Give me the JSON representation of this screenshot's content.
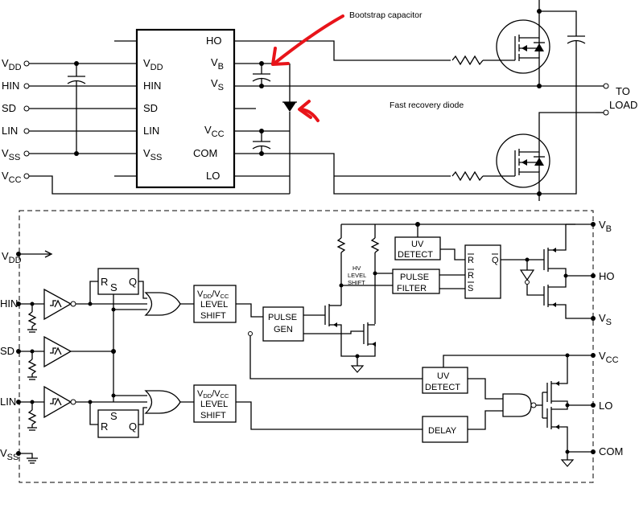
{
  "annotations": {
    "bootstrap_capacitor": "Bootstrap capacitor",
    "fast_recovery_diode": "Fast recovery diode",
    "to_load_1": "TO",
    "to_load_2": "LOAD"
  },
  "colors": {
    "annotation_arrow": "#e8141a",
    "line": "#000000",
    "background": "#ffffff"
  },
  "top_circuit": {
    "left_pins": [
      {
        "main": "V",
        "sub": "DD"
      },
      {
        "main": "HIN",
        "sub": ""
      },
      {
        "main": "SD",
        "sub": ""
      },
      {
        "main": "LIN",
        "sub": ""
      },
      {
        "main": "V",
        "sub": "SS"
      },
      {
        "main": "V",
        "sub": "CC"
      }
    ],
    "ic_left_pins": [
      {
        "main": "V",
        "sub": "DD"
      },
      {
        "main": "HIN",
        "sub": ""
      },
      {
        "main": "SD",
        "sub": ""
      },
      {
        "main": "LIN",
        "sub": ""
      },
      {
        "main": "V",
        "sub": "SS"
      }
    ],
    "ic_right_pins": [
      {
        "main": "HO",
        "sub": ""
      },
      {
        "main": "V",
        "sub": "B"
      },
      {
        "main": "V",
        "sub": "S"
      },
      {
        "main": "V",
        "sub": "CC"
      },
      {
        "main": "COM",
        "sub": ""
      },
      {
        "main": "LO",
        "sub": ""
      }
    ]
  },
  "block_diagram": {
    "vdd": {
      "main": "V",
      "sub": "DD"
    },
    "hin": "HIN",
    "sd": "SD",
    "lin": "LIN",
    "vss": {
      "main": "V",
      "sub": "SS"
    },
    "rs_top": {
      "r": "R",
      "s": "S",
      "q": "Q"
    },
    "rs_bottom": {
      "r": "R",
      "s": "S",
      "q": "Q"
    },
    "level_shift_top": {
      "line1_main": "V",
      "line1_sub1": "DD",
      "line1_mid": "/V",
      "line1_sub2": "CC",
      "line2": "LEVEL",
      "line3": "SHIFT"
    },
    "level_shift_bottom": {
      "line1_main": "V",
      "line1_sub1": "DD",
      "line1_mid": "/V",
      "line1_sub2": "CC",
      "line2": "LEVEL",
      "line3": "SHIFT"
    },
    "pulse_gen": {
      "line1": "PULSE",
      "line2": "GEN"
    },
    "hv_level_shift": {
      "line1": "HV",
      "line2": "LEVEL",
      "line3": "SHIFT"
    },
    "uv_detect_high": {
      "line1": "UV",
      "line2": "DETECT"
    },
    "pulse_filter": {
      "line1": "PULSE",
      "line2": "FILTER"
    },
    "rs_latch": {
      "r1": "R",
      "r2": "R",
      "s": "S",
      "q": "Q"
    },
    "uv_detect_low": {
      "line1": "UV",
      "line2": "DETECT"
    },
    "delay": "DELAY",
    "right_pins": {
      "vb": {
        "main": "V",
        "sub": "B"
      },
      "ho": "HO",
      "vs": {
        "main": "V",
        "sub": "S"
      },
      "vcc": {
        "main": "V",
        "sub": "CC"
      },
      "lo": "LO",
      "com": "COM"
    }
  }
}
